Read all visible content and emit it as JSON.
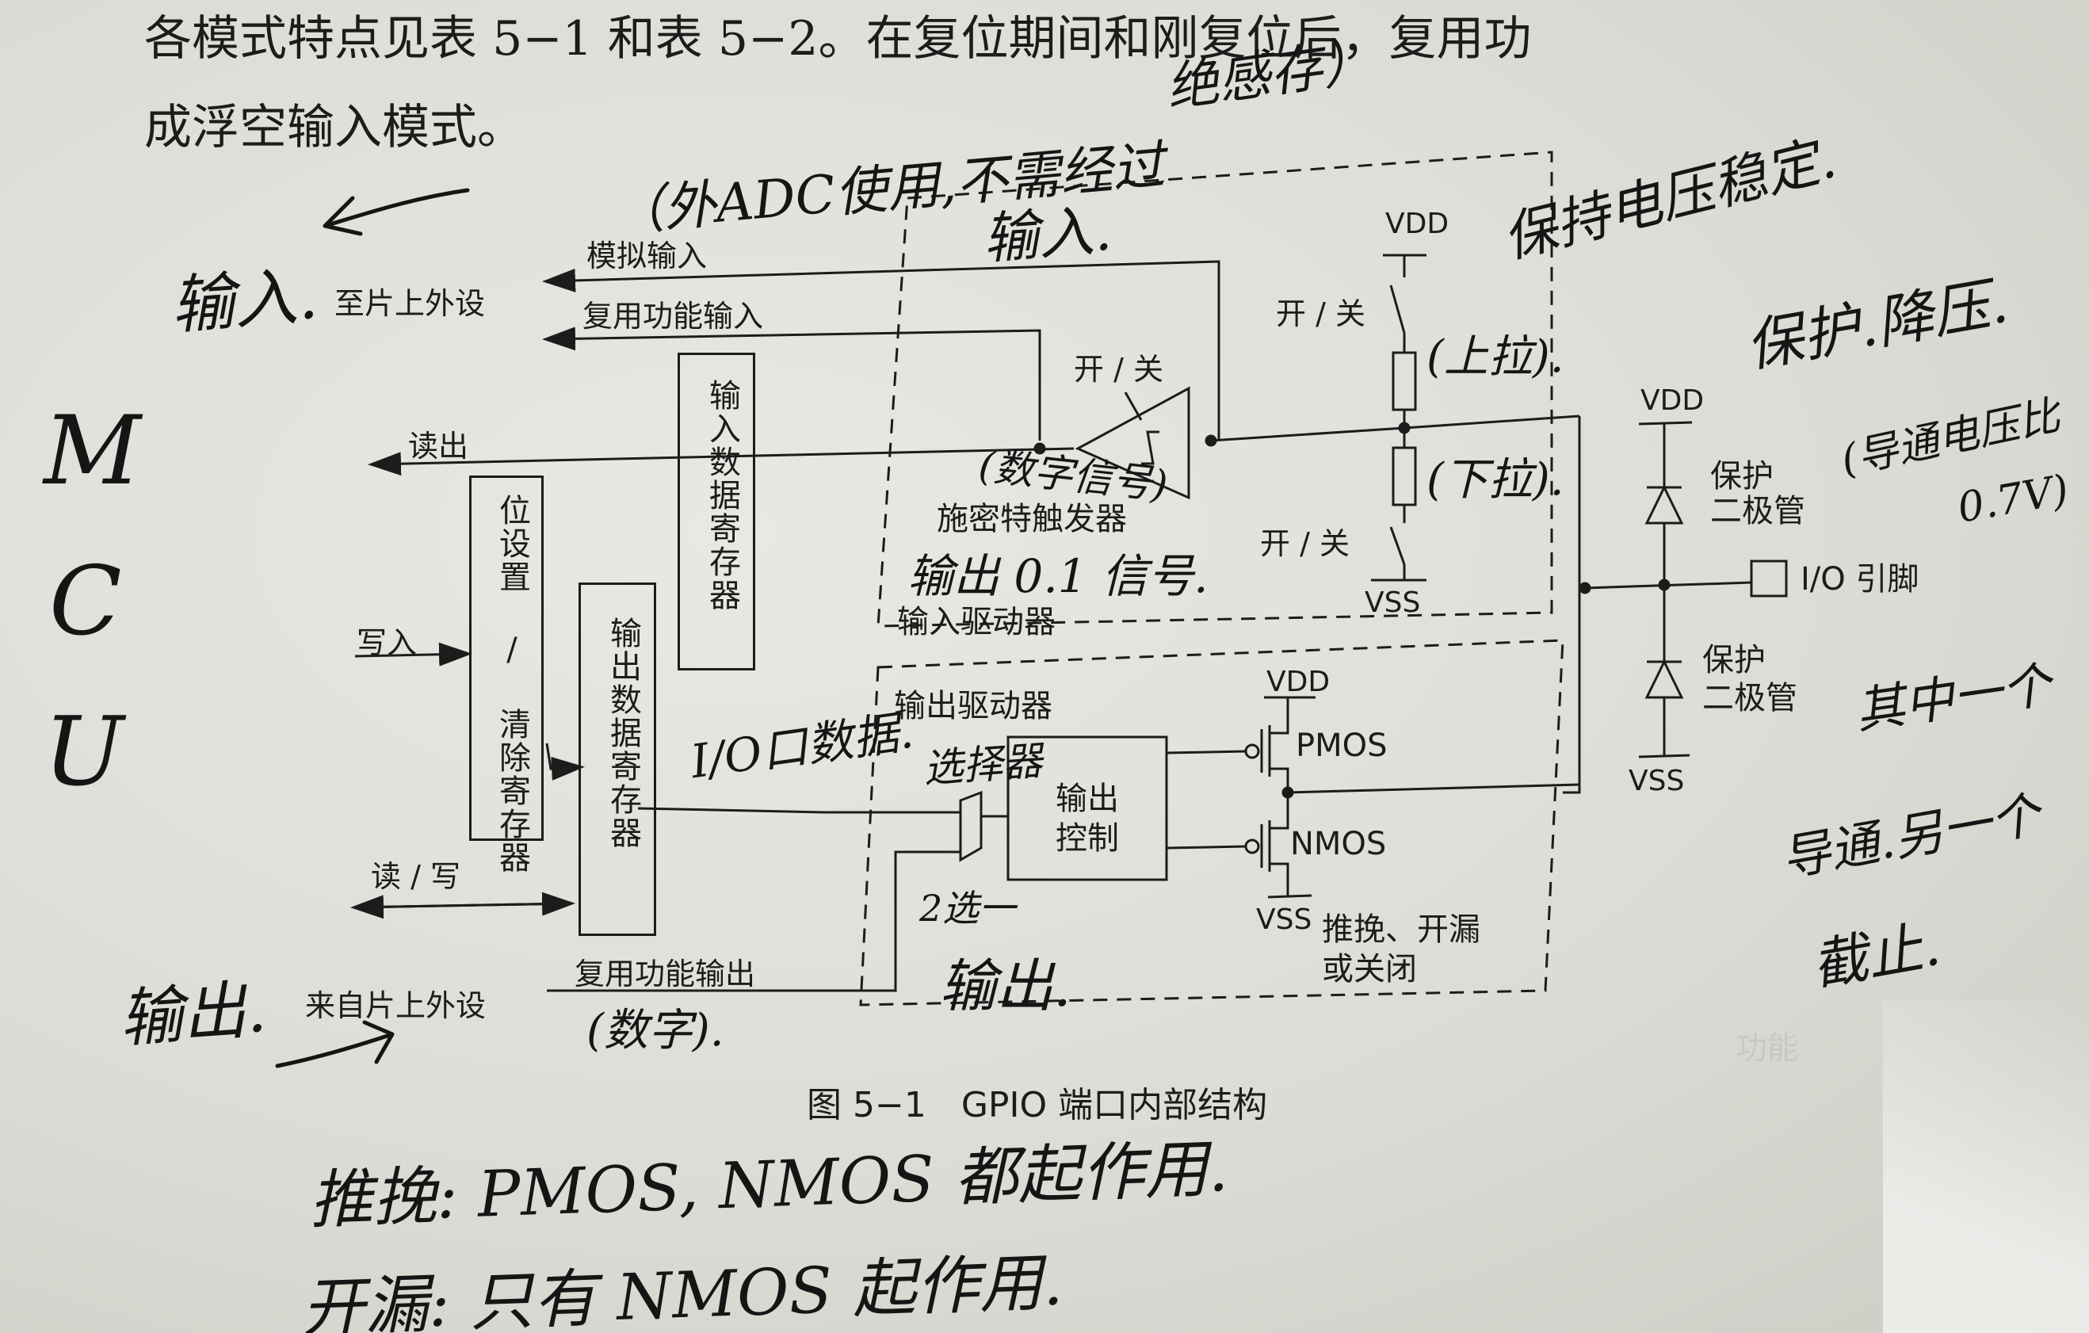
{
  "body_text": {
    "line1": "各模式特点见表 5−1 和表 5−2。在复位期间和刚复位后，复用功",
    "line2": "成浮空输入模式。"
  },
  "diagram": {
    "caption": "图 5−1　GPIO 端口内部结构",
    "left_io": {
      "analog_in": "模拟输入",
      "alt_in": "复用功能输入",
      "to_periph": "至片上外设",
      "read_out": "读出",
      "write_in": "写入",
      "read_write": "读 / 写",
      "from_periph": "来自片上外设",
      "alt_out": "复用功能输出"
    },
    "registers": {
      "input_data": "输入数据寄存器",
      "bit_set_reset": "位设置 / 清除寄存器",
      "output_data": "输出数据寄存器"
    },
    "input_driver": {
      "title": "输入驱动器",
      "switch_top": "开 / 关",
      "schmitt": "施密特触发器",
      "switch_pu": "开 / 关",
      "switch_pd": "开 / 关",
      "vdd": "VDD",
      "vss": "VSS"
    },
    "output_driver": {
      "title": "输出驱动器",
      "control_line1": "输出",
      "control_line2": "控制",
      "pmos": "PMOS",
      "nmos": "NMOS",
      "vdd": "VDD",
      "vss": "VSS",
      "mode_line1": "推挽、开漏",
      "mode_line2": "或关闭"
    },
    "protection": {
      "vdd": "VDD",
      "vss": "VSS",
      "diode_top_1": "保护",
      "diode_top_2": "二极管",
      "diode_bot_1": "保护",
      "diode_bot_2": "二极管",
      "pin": "I/O 引脚"
    }
  },
  "handwriting": {
    "note_top_a": "绝感存）",
    "note_adc": "（外ADC使用,不需经过",
    "note_input": "输入.",
    "note_input_left": "输入.",
    "mcu_m": "M",
    "mcu_c": "C",
    "mcu_u": "U",
    "note_keep_voltage": "保持电压稳定.",
    "note_pull_up": "(上拉).",
    "note_pull_down": "(下拉).",
    "note_digital": "(数字信号)",
    "note_output_01": "输出 0.1 信号.",
    "note_io_data": "I/O口数据.",
    "note_selector": "选择器",
    "note_two_choice": "2选一",
    "note_output": "输出.",
    "note_output_left": "输出.",
    "note_digital2": "(数字).",
    "note_protect": "保护.降压.",
    "note_voltage": "(导通电压比",
    "note_07v": "0.7V)",
    "note_one": "其中一个",
    "note_conduct": "导通.另一个",
    "note_cutoff": "截止.",
    "note_pushpull": "推挽: PMOS, NMOS 都起作用.",
    "note_opendrain": "开漏: 只有 NMOS 起作用."
  }
}
